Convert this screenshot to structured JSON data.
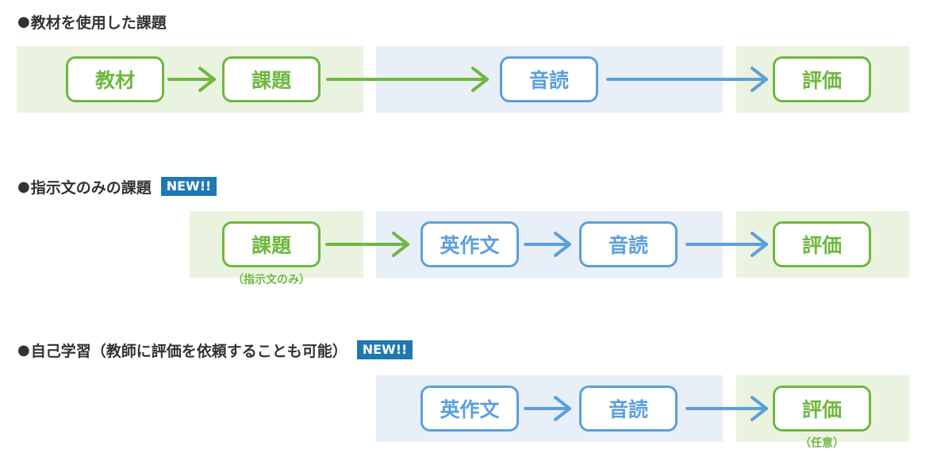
{
  "sections": [
    {
      "heading": "教材を使用した課題",
      "flow": {
        "materials": "教材",
        "assignment": "課題",
        "reading": "音読",
        "evaluation": "評価"
      }
    },
    {
      "heading": "指示文のみの課題",
      "badge": "NEW!!",
      "flow": {
        "assignment": "課題",
        "assignment_note": "（指示文のみ）",
        "composition": "英作文",
        "reading": "音読",
        "evaluation": "評価"
      }
    },
    {
      "heading": "自己学習（教師に評価を依頼することも可能）",
      "badge": "NEW!!",
      "flow": {
        "composition": "英作文",
        "reading": "音読",
        "evaluation": "評価",
        "evaluation_note": "（任意）"
      }
    }
  ],
  "bullet": "●",
  "colors": {
    "green": "#6eb83f",
    "blue": "#5b9fdd",
    "green_band": "#eaf3e0",
    "blue_band": "#e8eff8",
    "badge": "#1e78b4"
  }
}
